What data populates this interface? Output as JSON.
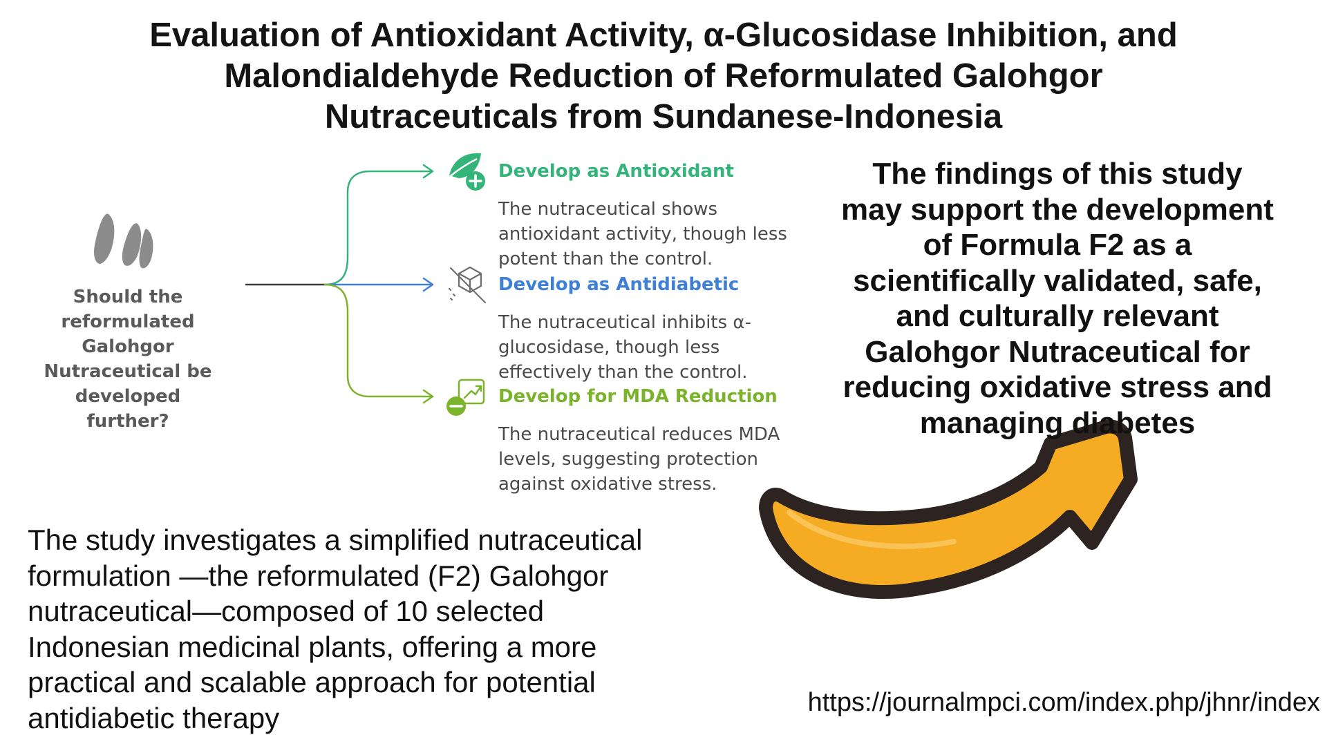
{
  "title": {
    "lines": [
      "Evaluation of Antioxidant Activity, α-Glucosidase Inhibition, and",
      "Malondialdehyde Reduction of Reformulated Galohgor",
      "Nutraceuticals from Sundanese-Indonesia"
    ]
  },
  "question": {
    "icon": "seeds-icon",
    "lines": [
      "Should the",
      "reformulated",
      "Galohgor",
      "Nutraceutical be",
      "developed further?"
    ]
  },
  "options": [
    {
      "title": "Develop as Antioxidant",
      "icon": "leaf-plus-icon",
      "color": "#34b37a",
      "desc": [
        "The nutraceutical shows",
        "antioxidant activity, though less",
        "potent than the control."
      ]
    },
    {
      "title": "Develop as Antidiabetic",
      "icon": "no-sugar-cube-icon",
      "color": "#3f80d6",
      "desc": [
        "The nutraceutical inhibits α-",
        "glucosidase, though less",
        "effectively than the control."
      ]
    },
    {
      "title": "Develop for MDA Reduction",
      "icon": "trend-minus-icon",
      "color": "#7cb32c",
      "desc": [
        "The nutraceutical reduces MDA",
        "levels, suggesting protection",
        "against oxidative stress."
      ]
    }
  ],
  "findings": {
    "lines": [
      "The findings of this study",
      "may support the development",
      "of Formula F2 as a",
      "scientifically validated, safe,",
      "and culturally relevant",
      "Galohgor Nutraceutical for",
      "reducing oxidative stress and",
      "managing diabetes"
    ]
  },
  "summary": {
    "lines": [
      "The study investigates a simplified nutraceutical",
      "formulation —the reformulated (F2) Galohgor",
      "nutraceutical—composed of  10 selected",
      "Indonesian medicinal plants, offering a more",
      "practical and scalable approach for potential",
      "antidiabetic therapy"
    ]
  },
  "arrow": {
    "icon": "curved-arrow-icon",
    "fill": "#f5ac22",
    "outline": "#2d2320"
  },
  "url": "https://journalmpci.com/index.php/jhnr/index"
}
